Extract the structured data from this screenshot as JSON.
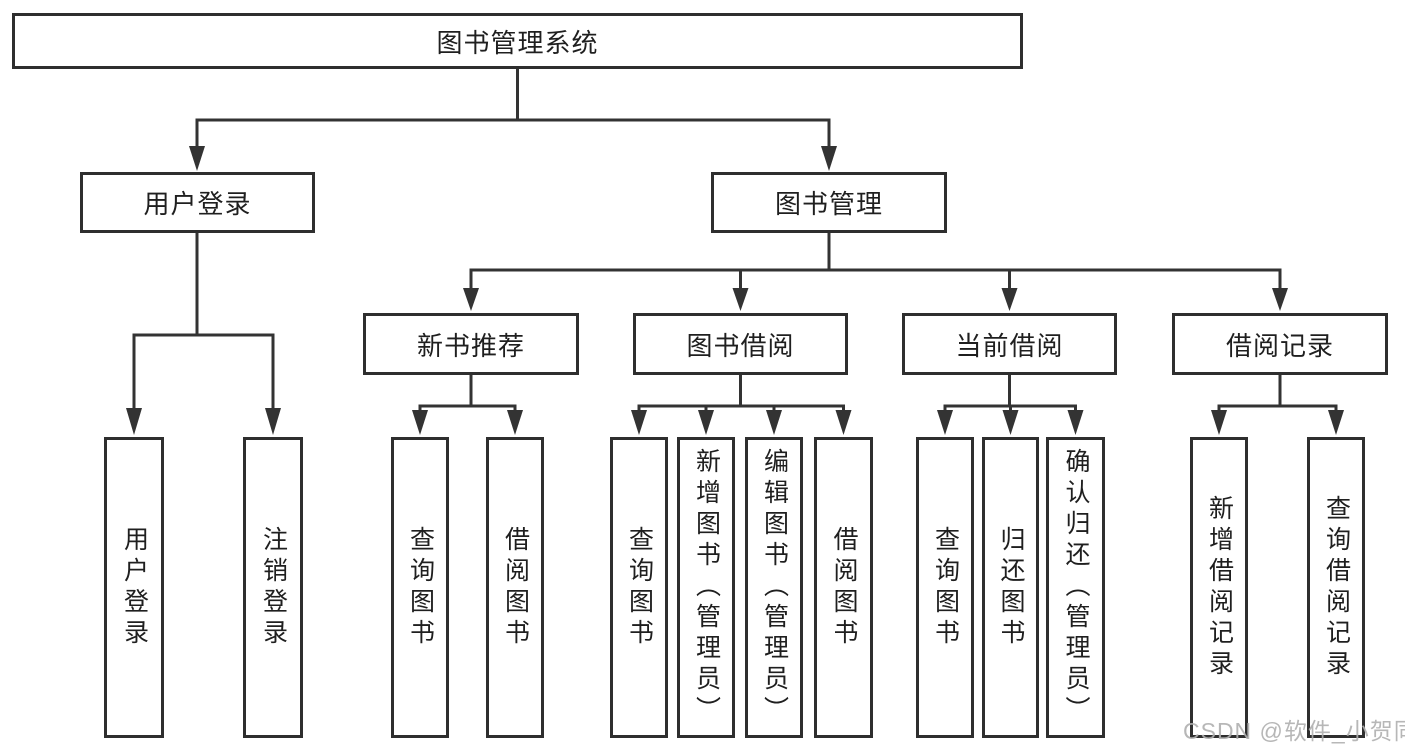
{
  "tree": {
    "label": "图书管理系统",
    "children": [
      {
        "label": "用户登录",
        "children": [
          {
            "label": "用户登录"
          },
          {
            "label": "注销登录"
          }
        ]
      },
      {
        "label": "图书管理",
        "children": [
          {
            "label": "新书推荐",
            "children": [
              {
                "label": "查询图书"
              },
              {
                "label": "借阅图书"
              }
            ]
          },
          {
            "label": "图书借阅",
            "children": [
              {
                "label": "查询图书"
              },
              {
                "label": "新增图书（管理员）"
              },
              {
                "label": "编辑图书（管理员）"
              },
              {
                "label": "借阅图书"
              }
            ]
          },
          {
            "label": "当前借阅",
            "children": [
              {
                "label": "查询图书"
              },
              {
                "label": "归还图书"
              },
              {
                "label": "确认归还（管理员）"
              }
            ]
          },
          {
            "label": "借阅记录",
            "children": [
              {
                "label": "新增借阅记录"
              },
              {
                "label": "查询借阅记录"
              }
            ]
          }
        ]
      }
    ]
  },
  "watermark": "CSDN @软件_小贺同学",
  "colors": {
    "line": "#333333",
    "box_border": "#2e2e2e",
    "text": "#1f1f1f",
    "background": "#ffffff",
    "watermark": "#afafaf"
  }
}
